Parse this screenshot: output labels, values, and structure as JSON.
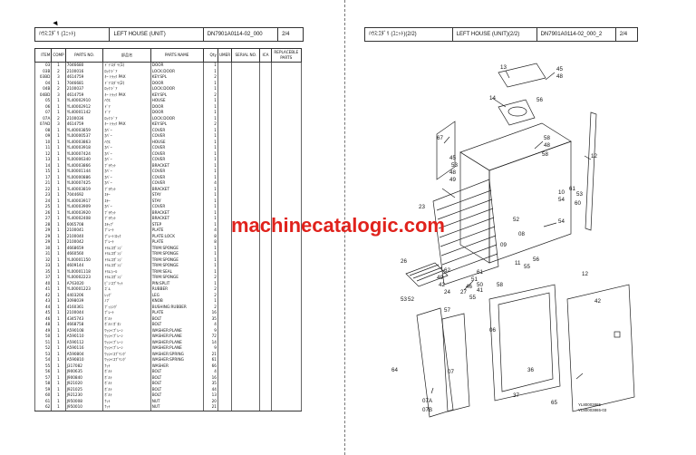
{
  "left_page": {
    "header": {
      "code": "ﾊｳｽ:ｴﾀﾞﾘ (ﾕﾆｯﾄ)",
      "title": "LEFT HOUSE (UNIT)",
      "doc_no": "DN7901A0114-02_000",
      "page": "2/4"
    },
    "columns": [
      "ITEM",
      "COMP",
      "PARTS NO.",
      "部品名",
      "PARTS NAME",
      "Qty",
      "UMER",
      "SERIAL NO.",
      "ICA",
      "REPLACEBLE PARTS"
    ],
    "rows": [
      [
        "03",
        "1",
        "7046680",
        "ﾄﾞｱ:ｴﾀﾞﾘ(1)",
        "DOOR",
        "1"
      ],
      [
        "03B",
        "2",
        "2100016",
        "ﾛｯｸ:ﾄﾞｱ",
        "LOCK:DOOR",
        "1"
      ],
      [
        "03BD",
        "3",
        "4614759",
        "ｷｰ ﾄﾗｯｸ PAX",
        "KEY:SPL",
        "2"
      ],
      [
        "04",
        "1",
        "7046681",
        "ﾄﾞｱ:ｴﾀﾞﾘ(2)",
        "DOOR",
        "1"
      ],
      [
        "04B",
        "2",
        "2100037",
        "ﾛｯｸ:ﾄﾞｱ",
        "LOCK:DOOR",
        "1"
      ],
      [
        "04BD",
        "3",
        "4614759",
        "ｷｰ ﾄﾗｯｸ PAX",
        "KEY:SPL",
        "2"
      ],
      [
        "05",
        "1",
        "YL40002910",
        "ﾊｳｽ",
        "HOUSE",
        "1"
      ],
      [
        "06",
        "1",
        "YL40002912",
        "ﾄﾞｱ",
        "DOOR",
        "1"
      ],
      [
        "07",
        "1",
        "YL40001142",
        "ﾄﾞｱ",
        "DOOR",
        "1"
      ],
      [
        "07A",
        "2",
        "2100036",
        "ﾛｯｸ:ﾄﾞｱ",
        "LOCK:DOOR",
        "1"
      ],
      [
        "07AD",
        "3",
        "4614759",
        "ｷｰ ﾄﾗｯｸ PAX",
        "KEY:SPL",
        "2"
      ],
      [
        "08",
        "1",
        "YL40003859",
        "ｶﾊﾞｰ",
        "COVER",
        "1"
      ],
      [
        "09",
        "1",
        "YL00000537",
        "ｶﾊﾞｰ",
        "COVER",
        "1"
      ],
      [
        "10",
        "1",
        "YL40003863",
        "ﾊｳｽ",
        "HOUSE",
        "1"
      ],
      [
        "11",
        "1",
        "YL40003918",
        "ｶﾊﾞｰ",
        "COVER",
        "1"
      ],
      [
        "12",
        "1",
        "YL00007424",
        "ｶﾊﾞｰ",
        "COVER",
        "1"
      ],
      [
        "13",
        "1",
        "YL00006340",
        "ｶﾊﾞｰ",
        "COVER",
        "1"
      ],
      [
        "14",
        "1",
        "YL40003866",
        "ﾌﾞﾗｹｯﾄ",
        "BRACKET",
        "1"
      ],
      [
        "15",
        "1",
        "YL00001144",
        "ｶﾊﾞｰ",
        "COVER",
        "1"
      ],
      [
        "17",
        "1",
        "YL00000886",
        "ｶﾊﾞｰ",
        "COVER",
        "1"
      ],
      [
        "21",
        "1",
        "YL00007425",
        "ｶﾊﾞｰ",
        "COVER",
        "4"
      ],
      [
        "22",
        "1",
        "YL40003819",
        "ﾌﾞﾗｹｯﾄ",
        "BRACKET",
        "1"
      ],
      [
        "23",
        "1",
        "7044692",
        "ｽﾃｰ",
        "STAY",
        "1"
      ],
      [
        "24",
        "1",
        "YL40003917",
        "ｽﾃｰ",
        "STAY",
        "1"
      ],
      [
        "25",
        "1",
        "YL40003909",
        "ｶﾊﾞｰ",
        "COVER",
        "1"
      ],
      [
        "26",
        "1",
        "YL40003920",
        "ﾌﾞﾗｹｯﾄ",
        "BRACKET",
        "1"
      ],
      [
        "27",
        "1",
        "YL40002408",
        "ﾌﾞﾗｹｯﾄ",
        "BRACKET",
        "1"
      ],
      [
        "28",
        "1",
        "6065708",
        "ｽﾃｯﾌﾟ",
        "STEP",
        "1"
      ],
      [
        "29",
        "1",
        "2100041",
        "ﾌﾟﾚｰﾄ",
        "PLATE",
        "4"
      ],
      [
        "29",
        "1",
        "2100040",
        "ﾌﾟﾚｰﾄ:ﾛｯｸ",
        "PLATE:LOCK",
        "8"
      ],
      [
        "29",
        "1",
        "2100042",
        "ﾌﾟﾚｰﾄ",
        "PLATE",
        "8"
      ],
      [
        "30",
        "1",
        "4668659",
        "ﾄﾘﾑ:ｽﾎﾟﾝｼﾞ",
        "TRIM:SPONGE",
        "1"
      ],
      [
        "31",
        "1",
        "4660560",
        "ﾄﾘﾑ:ｽﾎﾟﾝｼﾞ",
        "TRIM:SPONGE",
        "1"
      ],
      [
        "32",
        "1",
        "YL00001150",
        "ﾄﾘﾑ:ｽﾎﾟﾝｼﾞ",
        "TRIM:SPONGE",
        "1"
      ],
      [
        "33",
        "1",
        "4609144",
        "ﾄﾘﾑ:ｽﾎﾟﾝｼﾞ",
        "TRIM:SPONGE",
        "1"
      ],
      [
        "35",
        "1",
        "YL00001118",
        "ﾄﾘﾑ:ｼｰﾙ",
        "TRIM:SEAL",
        "1"
      ],
      [
        "37",
        "1",
        "YL00002223",
        "ﾄﾘﾑ:ｽﾎﾟﾝｼﾞ",
        "TRIM:SPONGE",
        "2"
      ],
      [
        "40",
        "1",
        "A763020",
        "ﾋﾟﾝ:ｽﾌﾟﾘｯﾄ",
        "PIN:SPLIT",
        "1"
      ],
      [
        "41",
        "1",
        "YL00001223",
        "ｺﾞﾑ",
        "RUBBER",
        "2"
      ],
      [
        "42",
        "1",
        "4403206",
        "ﾚｯｸﾞ",
        "LEG",
        "2"
      ],
      [
        "43",
        "1",
        "3098039",
        "ﾉﾌﾞ",
        "KNOB",
        "1"
      ],
      [
        "44",
        "1",
        "4160361",
        "ﾌﾞｯｼﾝｸﾞ",
        "BUSHING:RUBBER",
        "2"
      ],
      [
        "45",
        "1",
        "2100044",
        "ﾌﾟﾚｰﾄ",
        "PLATE",
        "16"
      ],
      [
        "46",
        "1",
        "4345743",
        "ﾎﾞﾙﾄ",
        "BOLT",
        "35"
      ],
      [
        "48",
        "1",
        "4668758",
        "ﾎﾞﾙﾄ:ﾎﾞﾀﾝ",
        "BOLT",
        "4"
      ],
      [
        "49",
        "1",
        "A590108",
        "ﾜｯｼｬ:ﾌﾟﾚｰﾝ",
        "WASHER:PLANE",
        "9"
      ],
      [
        "50",
        "1",
        "A590110",
        "ﾜｯｼｬ:ﾌﾟﾚｰﾝ",
        "WASHER:PLANE",
        "72"
      ],
      [
        "51",
        "1",
        "A590112",
        "ﾜｯｼｬ:ﾌﾟﾚｰﾝ",
        "WASHER:PLANE",
        "14"
      ],
      [
        "52",
        "1",
        "A590116",
        "ﾜｯｼｬ:ﾌﾟﾚｰﾝ",
        "WASHER:PLANE",
        "9"
      ],
      [
        "53",
        "1",
        "A590804",
        "ﾜｯｼｬ:ｽﾌﾟﾘﾝｸﾞ",
        "WASHER:SPRING",
        "21"
      ],
      [
        "54",
        "1",
        "A590810",
        "ﾜｯｼｬ:ｽﾌﾟﾘﾝｸﾞ",
        "WASHER:SPRING",
        "61"
      ],
      [
        "55",
        "1",
        "J317082",
        "ﾅｯﾄ",
        "WASHER",
        "66"
      ],
      [
        "56",
        "1",
        "J900635",
        "ﾎﾞﾙﾄ",
        "BOLT",
        "4"
      ],
      [
        "57",
        "1",
        "J900840",
        "ﾎﾞﾙﾄ",
        "BOLT",
        "16"
      ],
      [
        "58",
        "1",
        "J921020",
        "ﾎﾞﾙﾄ",
        "BOLT",
        "35"
      ],
      [
        "59",
        "1",
        "J921025",
        "ﾎﾞﾙﾄ",
        "BOLT",
        "44"
      ],
      [
        "60",
        "1",
        "J921230",
        "ﾎﾞﾙﾄ",
        "BOLT",
        "13"
      ],
      [
        "61",
        "1",
        "J950008",
        "ﾅｯﾄ",
        "NUT",
        "20"
      ],
      [
        "62",
        "1",
        "J950010",
        "ﾅｯﾄ",
        "NUT",
        "21"
      ]
    ]
  },
  "right_page": {
    "header": {
      "code": "ﾊｳｽ:ｴﾀﾞﾘ (ﾕﾆｯﾄ)(2/2)",
      "title": "LEFT HOUSE (UNIT)(2/2)",
      "doc_no": "DN7901A0114-02_000_2",
      "page": "2/4"
    },
    "callouts": [
      "13",
      "45",
      "48",
      "14",
      "56",
      "67",
      "58",
      "48",
      "45",
      "53",
      "48",
      "49",
      "58",
      "12",
      "23",
      "10",
      "54",
      "56",
      "55",
      "53",
      "60",
      "61",
      "54",
      "52",
      "11",
      "08",
      "09",
      "26",
      "62",
      "49",
      "42",
      "24",
      "27",
      "46",
      "51",
      "61",
      "52",
      "53",
      "55",
      "41",
      "57",
      "50",
      "58",
      "42",
      "06",
      "36",
      "37",
      "65",
      "64",
      "07",
      "07A",
      "07B",
      "12"
    ],
    "footnote_1": "YL80003865",
    "footnote_2": "YL80003865-03"
  },
  "watermark": "machinecatalogic.com"
}
